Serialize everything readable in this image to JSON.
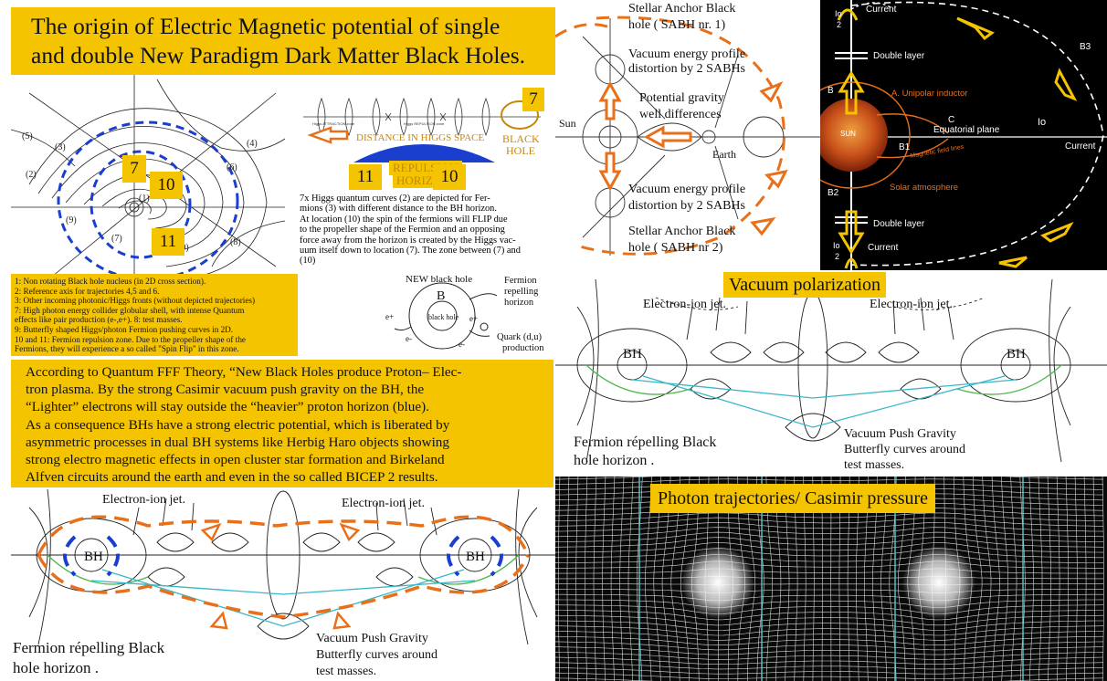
{
  "title": {
    "line1": "The origin of Electric Magnetic potential of  single",
    "line2": "and double New Paradigm Dark Matter Black Holes."
  },
  "top_left": {
    "markers": {
      "m7a": "7",
      "m10a": "10",
      "m11a": "11",
      "m7b": "7",
      "m11b": "11",
      "m10b": "10"
    },
    "axis_labels": {
      "a1": "(1)",
      "a2": "(2)",
      "a3": "(3)",
      "a4": "(4)",
      "a5": "(5)",
      "a6": "(6)",
      "a7": "(7)",
      "a10": "(10)",
      "a9": "(9)",
      "a8": "(8)"
    },
    "higgs_labels": {
      "distance": "DISTANCE IN HIGGS SPACE",
      "black_hole_1": "BLACK",
      "black_hole_2": "HOLE",
      "repulsion": "REPULSION",
      "horizon": "HORIZON",
      "attraction": "Higgs ATTRACTION zone",
      "repulsion_zone": "Higgs REPULSION zone"
    },
    "description": [
      "7x Higgs quantum curves (2) are depicted      for Fer-",
      "mions (3) with different distance to the BH       horizon.",
      "At location (10) the spin of the fermions will     FLIP due",
      "to the propeller shape of the Fermion and an     opposing",
      "force away from the horizon is created by the Higgs vac-",
      "uum itself down to location (7). The zone between (7) and",
      "(10)"
    ],
    "legend": [
      "1: Non rotating Black hole nucleus (in 2D cross section).",
      "2: Reference axis for trajectories 4,5 and 6.",
      "3: Other incoming photonic/Higgs fronts (without depicted trajectories)",
      "7: High photon energy collider globular shell, with intense Quantum",
      "effects like pair production (e-,e+).      8: test masses.",
      "9: Butterfly shaped Higgs/photon Fermion pushing  curves in 2D.",
      "10 and 11: Fermion repulsion zone. Due to the propeller shape of the",
      "Fermions, they will experience a so called \"Spin Flip\" in this zone."
    ],
    "bh_diagram": {
      "new_bh": "NEW black hole",
      "b": "B",
      "fermion_1": "Fermion",
      "fermion_2": "repelling",
      "fermion_3": "horizon",
      "core": "black hole",
      "quark_1": "Quark (d,u)",
      "quark_2": "production",
      "e1": "e+",
      "e2": "e-",
      "e3": "e+",
      "e4": "e-"
    }
  },
  "middle_text": [
    "According to  Quantum FFF Theory, “New Black Holes produce Proton– Elec-",
    "tron plasma. By the strong Casimir vacuum push gravity on the BH, the",
    "“Lighter” electrons will stay outside the “heavier” proton horizon (blue).",
    "As a consequence BHs have a strong electric potential, which is liberated by",
    "asymmetric processes in dual BH systems like Herbig Haro objects showing",
    "strong electro magnetic effects in open cluster star formation and Birkeland",
    "Alfven circuits around the earth and even in the so called BICEP 2  results."
  ],
  "bottom_left": {
    "jet_left": "Electron-ion jet.",
    "jet_right": "Electron-ion jet.",
    "bh_left": "BH",
    "bh_right": "BH",
    "fermion_1": "Fermion répelling Black",
    "fermion_2": "hole horizon .",
    "vacuum_1": "Vacuum Push Gravity",
    "vacuum_2": "Butterfly curves around",
    "vacuum_3": "test masses."
  },
  "top_middle": {
    "sabh1_1": "Stellar Anchor Black",
    "sabh1_2": "hole ( SABH nr. 1)",
    "vac1_1": "Vacuum energy profile",
    "vac1_2": "distortion by 2 SABHs",
    "pot_1": "Potential gravity",
    "pot_2": "well differences",
    "sun": "Sun",
    "earth": "Earth",
    "vac2_1": "Vacuum energy profile",
    "vac2_2": "distortion by 2 SABHs",
    "sabh2_1": "Stellar Anchor Black",
    "sabh2_2": "hole ( SABH nr 2)"
  },
  "top_right": {
    "current_top": "Current",
    "io2_top": "Io",
    "io2_top_sub": "2",
    "double_layer_top": "Double layer",
    "b_top": "B",
    "unipolar": "A. Unipolar inductor",
    "sun": "SUN",
    "c": "C",
    "equatorial": "Equatorial plane",
    "io": "Io",
    "current_right": "Current",
    "b1": "B1",
    "field_lines": "Magnetic field lines",
    "solar_atm": "Solar atmosphere",
    "b2": "B2",
    "b3": "B3",
    "double_layer_bottom": "Double layer",
    "io2_bottom": "Io",
    "io2_bottom_sub": "2",
    "current_bottom": "Current"
  },
  "middle_right": {
    "title": "Vacuum polarization",
    "jet_left": "Electron-ion jet.",
    "jet_right": "Electron-ion jet.",
    "bh_left": "BH",
    "bh_right": "BH",
    "fermion_1": "Fermion répelling Black",
    "fermion_2": "hole horizon .",
    "vacuum_1": "Vacuum Push Gravity",
    "vacuum_2": "Butterfly curves around",
    "vacuum_3": "test masses."
  },
  "bottom_right": {
    "title": "Photon trajectories/ Casimir pressure"
  },
  "colors": {
    "yellow": "#f5c400",
    "orange": "#e8701a",
    "blue": "#1a3fcf",
    "green": "#4cb84c",
    "cyan": "#39b7c8"
  }
}
